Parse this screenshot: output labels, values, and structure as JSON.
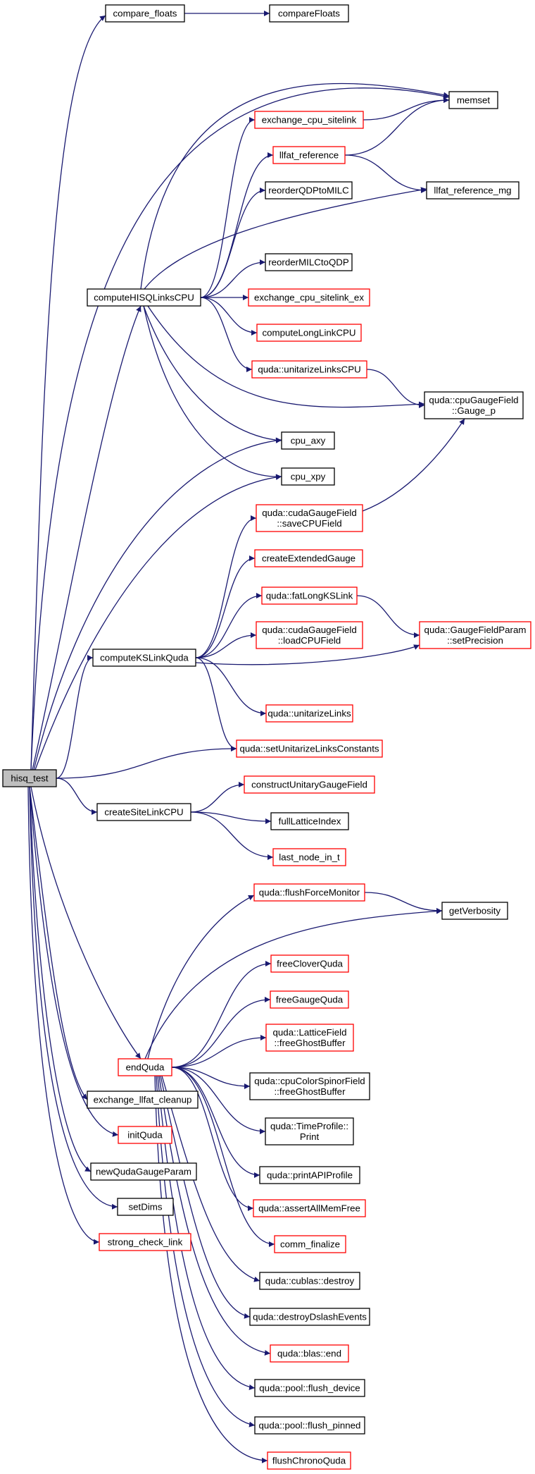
{
  "graph": {
    "colors": {
      "edge": "#191970",
      "red_border": "#ff0000",
      "black_border": "#000000",
      "root_fill": "#bfbfbf",
      "node_fill": "#ffffff"
    },
    "nodes": [
      {
        "id": "hisq_test",
        "lines": [
          "hisq_test"
        ],
        "style": "root"
      },
      {
        "id": "compare_floats",
        "lines": [
          "compare_floats"
        ],
        "style": "black"
      },
      {
        "id": "compareFloats",
        "lines": [
          "compareFloats"
        ],
        "style": "black"
      },
      {
        "id": "memset",
        "lines": [
          "memset"
        ],
        "style": "black"
      },
      {
        "id": "exchange_cpu_sitelink",
        "lines": [
          "exchange_cpu_sitelink"
        ],
        "style": "red"
      },
      {
        "id": "llfat_reference",
        "lines": [
          "llfat_reference"
        ],
        "style": "red"
      },
      {
        "id": "reorderQDPtoMILC",
        "lines": [
          "reorderQDPtoMILC"
        ],
        "style": "black"
      },
      {
        "id": "llfat_reference_mg",
        "lines": [
          "llfat_reference_mg"
        ],
        "style": "black"
      },
      {
        "id": "reorderMILCtoQDP",
        "lines": [
          "reorderMILCtoQDP"
        ],
        "style": "black"
      },
      {
        "id": "computeHISQLinksCPU",
        "lines": [
          "computeHISQLinksCPU"
        ],
        "style": "black"
      },
      {
        "id": "exchange_cpu_sitelink_ex",
        "lines": [
          "exchange_cpu_sitelink_ex"
        ],
        "style": "red"
      },
      {
        "id": "computeLongLinkCPU",
        "lines": [
          "computeLongLinkCPU"
        ],
        "style": "red"
      },
      {
        "id": "unitarizeLinksCPU",
        "lines": [
          "quda::unitarizeLinksCPU"
        ],
        "style": "red"
      },
      {
        "id": "cpuGauge_p",
        "lines": [
          "quda::cpuGaugeField",
          "::Gauge_p"
        ],
        "style": "black"
      },
      {
        "id": "cpu_axy",
        "lines": [
          "cpu_axy"
        ],
        "style": "black"
      },
      {
        "id": "cpu_xpy",
        "lines": [
          "cpu_xpy"
        ],
        "style": "black"
      },
      {
        "id": "saveCPUField",
        "lines": [
          "quda::cudaGaugeField",
          "::saveCPUField"
        ],
        "style": "red"
      },
      {
        "id": "createExtendedGauge",
        "lines": [
          "createExtendedGauge"
        ],
        "style": "red"
      },
      {
        "id": "fatLongKSLink",
        "lines": [
          "quda::fatLongKSLink"
        ],
        "style": "red"
      },
      {
        "id": "loadCPUField",
        "lines": [
          "quda::cudaGaugeField",
          "::loadCPUField"
        ],
        "style": "red"
      },
      {
        "id": "setPrecision",
        "lines": [
          "quda::GaugeFieldParam",
          "::setPrecision"
        ],
        "style": "red"
      },
      {
        "id": "computeKSLinkQuda",
        "lines": [
          "computeKSLinkQuda"
        ],
        "style": "black"
      },
      {
        "id": "unitarizeLinks",
        "lines": [
          "quda::unitarizeLinks"
        ],
        "style": "red"
      },
      {
        "id": "setUnitarizeLinksConstants",
        "lines": [
          "quda::setUnitarizeLinksConstants"
        ],
        "style": "red"
      },
      {
        "id": "constructUnitaryGaugeField",
        "lines": [
          "constructUnitaryGaugeField"
        ],
        "style": "red"
      },
      {
        "id": "createSiteLinkCPU",
        "lines": [
          "createSiteLinkCPU"
        ],
        "style": "black"
      },
      {
        "id": "fullLatticeIndex",
        "lines": [
          "fullLatticeIndex"
        ],
        "style": "black"
      },
      {
        "id": "last_node_in_t",
        "lines": [
          "last_node_in_t"
        ],
        "style": "red"
      },
      {
        "id": "flushForceMonitor",
        "lines": [
          "quda::flushForceMonitor"
        ],
        "style": "red"
      },
      {
        "id": "getVerbosity",
        "lines": [
          "getVerbosity"
        ],
        "style": "black"
      },
      {
        "id": "freeCloverQuda",
        "lines": [
          "freeCloverQuda"
        ],
        "style": "red"
      },
      {
        "id": "freeGaugeQuda",
        "lines": [
          "freeGaugeQuda"
        ],
        "style": "red"
      },
      {
        "id": "lf_freeGhostBuffer",
        "lines": [
          "quda::LatticeField",
          "::freeGhostBuffer"
        ],
        "style": "red"
      },
      {
        "id": "endQuda",
        "lines": [
          "endQuda"
        ],
        "style": "red"
      },
      {
        "id": "cs_freeGhostBuffer",
        "lines": [
          "quda::cpuColorSpinorField",
          "::freeGhostBuffer"
        ],
        "style": "black"
      },
      {
        "id": "exchange_llfat_cleanup",
        "lines": [
          "exchange_llfat_cleanup"
        ],
        "style": "black"
      },
      {
        "id": "TimeProfilePrint",
        "lines": [
          "quda::TimeProfile::",
          "Print"
        ],
        "style": "black"
      },
      {
        "id": "initQuda",
        "lines": [
          "initQuda"
        ],
        "style": "red"
      },
      {
        "id": "printAPIProfile",
        "lines": [
          "quda::printAPIProfile"
        ],
        "style": "black"
      },
      {
        "id": "newQudaGaugeParam",
        "lines": [
          "newQudaGaugeParam"
        ],
        "style": "black"
      },
      {
        "id": "assertAllMemFree",
        "lines": [
          "quda::assertAllMemFree"
        ],
        "style": "red"
      },
      {
        "id": "setDims",
        "lines": [
          "setDims"
        ],
        "style": "black"
      },
      {
        "id": "comm_finalize",
        "lines": [
          "comm_finalize"
        ],
        "style": "red"
      },
      {
        "id": "strong_check_link",
        "lines": [
          "strong_check_link"
        ],
        "style": "red"
      },
      {
        "id": "cublasDestroy",
        "lines": [
          "quda::cublas::destroy"
        ],
        "style": "black"
      },
      {
        "id": "destroyDslashEvents",
        "lines": [
          "quda::destroyDslashEvents"
        ],
        "style": "black"
      },
      {
        "id": "blasEnd",
        "lines": [
          "quda::blas::end"
        ],
        "style": "red"
      },
      {
        "id": "flushDevice",
        "lines": [
          "quda::pool::flush_device"
        ],
        "style": "black"
      },
      {
        "id": "flushPinned",
        "lines": [
          "quda::pool::flush_pinned"
        ],
        "style": "black"
      },
      {
        "id": "flushChronoQuda",
        "lines": [
          "flushChronoQuda"
        ],
        "style": "red"
      }
    ],
    "edges": [
      [
        "hisq_test",
        "compare_floats"
      ],
      [
        "compare_floats",
        "compareFloats"
      ],
      [
        "hisq_test",
        "computeHISQLinksCPU"
      ],
      [
        "hisq_test",
        "memset"
      ],
      [
        "hisq_test",
        "cpu_axy"
      ],
      [
        "hisq_test",
        "cpu_xpy"
      ],
      [
        "hisq_test",
        "computeKSLinkQuda"
      ],
      [
        "hisq_test",
        "setUnitarizeLinksConstants"
      ],
      [
        "hisq_test",
        "createSiteLinkCPU"
      ],
      [
        "hisq_test",
        "endQuda"
      ],
      [
        "hisq_test",
        "exchange_llfat_cleanup"
      ],
      [
        "hisq_test",
        "initQuda"
      ],
      [
        "hisq_test",
        "newQudaGaugeParam"
      ],
      [
        "hisq_test",
        "setDims"
      ],
      [
        "hisq_test",
        "strong_check_link"
      ],
      [
        "computeHISQLinksCPU",
        "memset"
      ],
      [
        "computeHISQLinksCPU",
        "exchange_cpu_sitelink"
      ],
      [
        "computeHISQLinksCPU",
        "llfat_reference"
      ],
      [
        "computeHISQLinksCPU",
        "reorderQDPtoMILC"
      ],
      [
        "computeHISQLinksCPU",
        "llfat_reference_mg"
      ],
      [
        "computeHISQLinksCPU",
        "reorderMILCtoQDP"
      ],
      [
        "computeHISQLinksCPU",
        "exchange_cpu_sitelink_ex"
      ],
      [
        "computeHISQLinksCPU",
        "computeLongLinkCPU"
      ],
      [
        "computeHISQLinksCPU",
        "unitarizeLinksCPU"
      ],
      [
        "computeHISQLinksCPU",
        "cpuGauge_p"
      ],
      [
        "computeHISQLinksCPU",
        "cpu_axy"
      ],
      [
        "computeHISQLinksCPU",
        "cpu_xpy"
      ],
      [
        "exchange_cpu_sitelink",
        "memset"
      ],
      [
        "llfat_reference",
        "memset"
      ],
      [
        "llfat_reference",
        "llfat_reference_mg"
      ],
      [
        "unitarizeLinksCPU",
        "cpuGauge_p"
      ],
      [
        "saveCPUField",
        "cpuGauge_p"
      ],
      [
        "computeKSLinkQuda",
        "saveCPUField"
      ],
      [
        "computeKSLinkQuda",
        "createExtendedGauge"
      ],
      [
        "computeKSLinkQuda",
        "fatLongKSLink"
      ],
      [
        "computeKSLinkQuda",
        "loadCPUField"
      ],
      [
        "computeKSLinkQuda",
        "setPrecision"
      ],
      [
        "computeKSLinkQuda",
        "unitarizeLinks"
      ],
      [
        "computeKSLinkQuda",
        "setUnitarizeLinksConstants"
      ],
      [
        "fatLongKSLink",
        "setPrecision"
      ],
      [
        "createSiteLinkCPU",
        "constructUnitaryGaugeField"
      ],
      [
        "createSiteLinkCPU",
        "fullLatticeIndex"
      ],
      [
        "createSiteLinkCPU",
        "last_node_in_t"
      ],
      [
        "endQuda",
        "flushForceMonitor"
      ],
      [
        "endQuda",
        "getVerbosity"
      ],
      [
        "endQuda",
        "freeCloverQuda"
      ],
      [
        "endQuda",
        "freeGaugeQuda"
      ],
      [
        "endQuda",
        "lf_freeGhostBuffer"
      ],
      [
        "endQuda",
        "cs_freeGhostBuffer"
      ],
      [
        "endQuda",
        "TimeProfilePrint"
      ],
      [
        "endQuda",
        "printAPIProfile"
      ],
      [
        "endQuda",
        "assertAllMemFree"
      ],
      [
        "endQuda",
        "comm_finalize"
      ],
      [
        "endQuda",
        "cublasDestroy"
      ],
      [
        "endQuda",
        "destroyDslashEvents"
      ],
      [
        "endQuda",
        "blasEnd"
      ],
      [
        "endQuda",
        "flushDevice"
      ],
      [
        "endQuda",
        "flushPinned"
      ],
      [
        "endQuda",
        "flushChronoQuda"
      ],
      [
        "flushForceMonitor",
        "getVerbosity"
      ]
    ]
  }
}
